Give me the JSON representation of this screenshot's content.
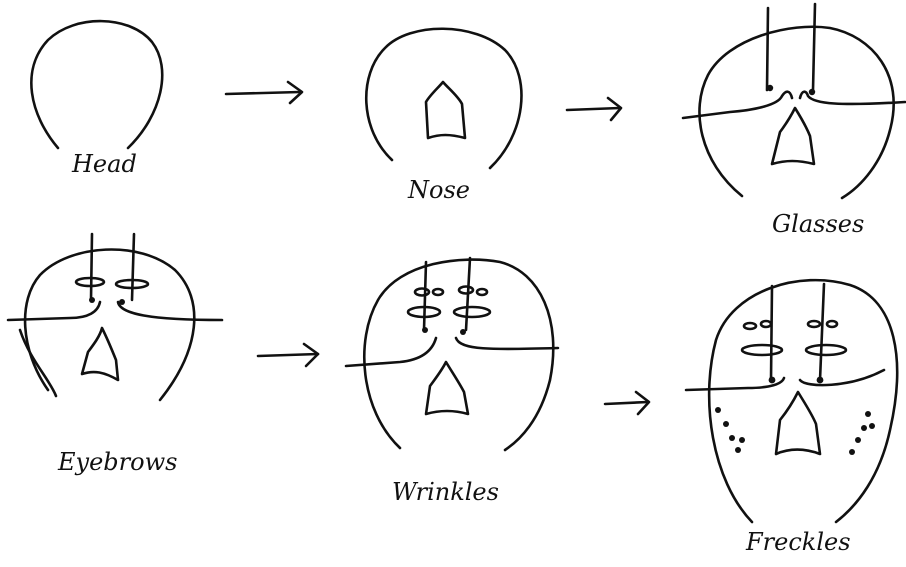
{
  "diagram": {
    "steps": [
      {
        "label": "Head"
      },
      {
        "label": "Nose"
      },
      {
        "label": "Glasses"
      },
      {
        "label": "Eyebrows"
      },
      {
        "label": "Wrinkles"
      },
      {
        "label": "Freckles"
      }
    ]
  }
}
